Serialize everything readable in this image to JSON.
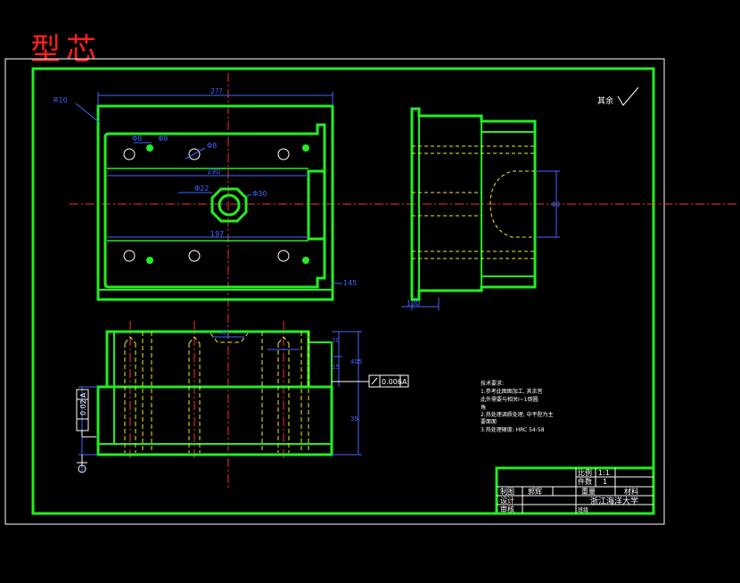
{
  "title": "型芯",
  "dimensions": {
    "top_width": "2??",
    "r_corner": "R10",
    "hole_a": "Φ8",
    "hole_b": "Φ8",
    "hole_c": "Φ8",
    "span_inner": "190",
    "span_lower": "197",
    "bore_inner": "Φ22",
    "bore_outer": "Φ30",
    "depth_right": "145",
    "side_offset": "100",
    "side_height": "40",
    "front_h1": "20",
    "front_h2": "15",
    "front_total": "405",
    "front_lower": "35",
    "right_small": "R5"
  },
  "gdt": {
    "flatness": "0.006",
    "datum": "A",
    "vertical_tol": "0.02",
    "vertical_datum": "A"
  },
  "roughness": {
    "label": "其余"
  },
  "notes": {
    "heading": "技术要求:",
    "line1": "1.参考此图图加工, 其余皆",
    "line2": "  此外需要与相关I~1倒圆",
    "line3": "  角",
    "line4": "2.热处理调质处理, 中平腔为主",
    "line5": "  要面面",
    "line6": "3.热处理硬度: HRC 54-58"
  },
  "title_block": {
    "scale_label": "比例",
    "scale_value": "1:1",
    "qty_label": "件数",
    "qty_value": "1",
    "weight_label": "重量",
    "material_label": "材料",
    "drawn_label": "制图",
    "drawn_name": "郭辉",
    "design_label": "设计",
    "check_label": "审核",
    "school": "浙江海洋大学",
    "class": "班级"
  }
}
